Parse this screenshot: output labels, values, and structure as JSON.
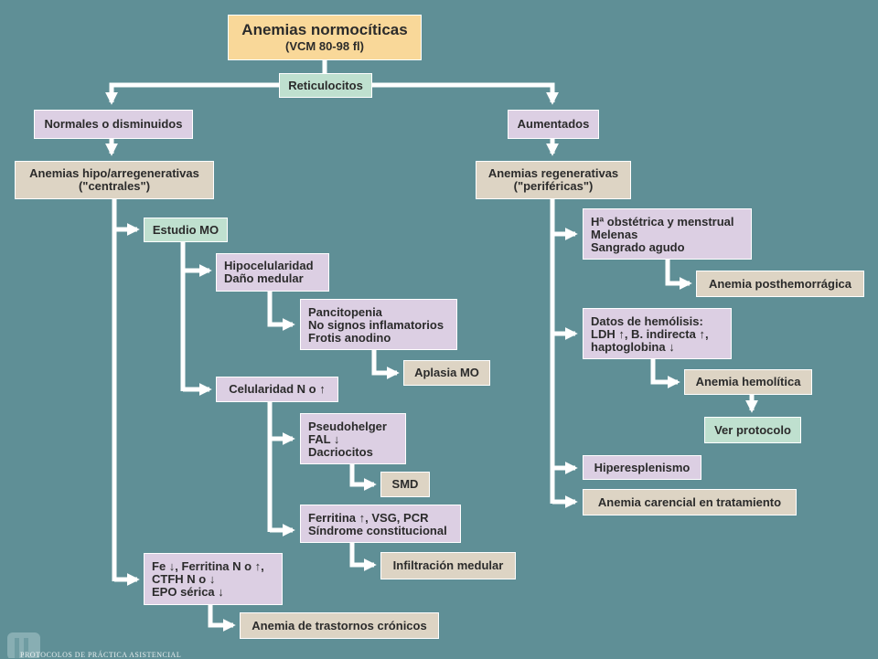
{
  "title": {
    "line1": "Anemias normocíticas",
    "line2": "(VCM 80-98 fl)"
  },
  "reticulocitos": "Reticulocitos",
  "left": {
    "normales": "Normales o disminuidos",
    "hipo": {
      "line1": "Anemias hipo/arregenerativas",
      "line2": "(\"centrales\")"
    },
    "estudio_mo": "Estudio MO",
    "hipocelularidad": {
      "line1": "Hipocelularidad",
      "line2": "Daño medular"
    },
    "pancitopenia": {
      "line1": "Pancitopenia",
      "line2": "No signos inflamatorios",
      "line3": "Frotis anodino"
    },
    "aplasia": "Aplasia MO",
    "celularidad": "Celularidad N o ↑",
    "pseudohelger": {
      "line1": "Pseudohelger",
      "line2": "FAL ↓",
      "line3": "Dacriocitos"
    },
    "smd": "SMD",
    "ferritina": {
      "line1": "Ferritina ↑, VSG, PCR",
      "line2": "Síndrome constitucional"
    },
    "infiltracion": "Infiltración medular",
    "fe": {
      "line1": "Fe ↓, Ferritina N o ↑,",
      "line2": "CTFH N o ↓",
      "line3": "EPO sérica ↓"
    },
    "cronicos": "Anemia de trastornos crónicos"
  },
  "right": {
    "aumentados": "Aumentados",
    "regenerativas": {
      "line1": "Anemias regenerativas",
      "line2": "(\"periféricas\")"
    },
    "hemorragia": {
      "line1": "Hª obstétrica y menstrual",
      "line2": "Melenas",
      "line3": "Sangrado agudo"
    },
    "posthemorragica": "Anemia posthemorrágica",
    "hemolisis": {
      "line1": "Datos de hemólisis:",
      "line2": "LDH ↑, B. indirecta ↑,",
      "line3": "haptoglobina ↓"
    },
    "hemolitica": "Anemia hemolítica",
    "ver_protocolo": "Ver protocolo",
    "hiperesplenismo": "Hiperesplenismo",
    "carencial": "Anemia carencial en tratamiento"
  },
  "footer": "PROTOCOLOS DE PRÁCTICA ASISTENCIAL",
  "colors": {
    "background": "#5f8f96",
    "purple_box": "#dccfe3",
    "tan_box": "#ddd4c4",
    "green_box": "#bfe0cf",
    "yellow_box": "#f9d899",
    "connector": "#ffffff"
  }
}
